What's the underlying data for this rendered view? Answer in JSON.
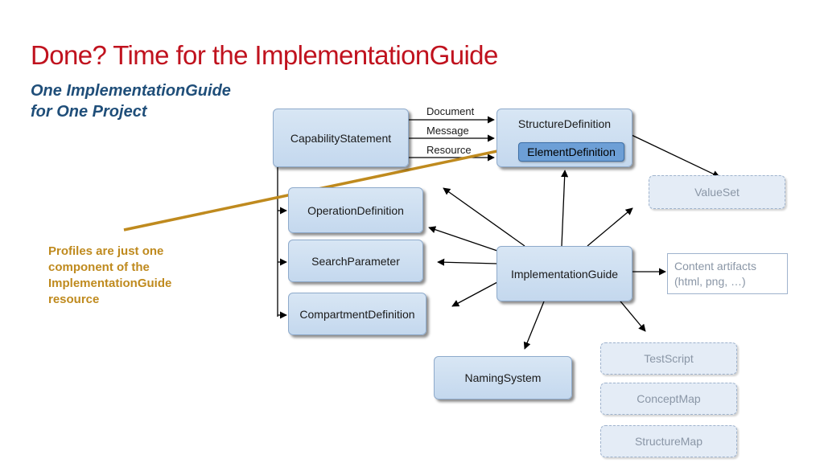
{
  "title": "Done? Time for the ImplementationGuide",
  "subtitle": {
    "line1": "One ImplementationGuide",
    "line2": "for One Project"
  },
  "callout": "Profiles are just one component of the ImplementationGuide resource",
  "nodes": {
    "capability_statement": "CapabilityStatement",
    "structure_definition": "StructureDefinition",
    "element_definition": "ElementDefinition",
    "value_set": "ValueSet",
    "operation_definition": "OperationDefinition",
    "search_parameter": "SearchParameter",
    "compartment_definition": "CompartmentDefinition",
    "implementation_guide": "ImplementationGuide",
    "content_artifacts_line1": "Content artifacts",
    "content_artifacts_line2": "(html, png, …)",
    "naming_system": "NamingSystem",
    "test_script": "TestScript",
    "concept_map": "ConceptMap",
    "structure_map": "StructureMap"
  },
  "edge_labels": {
    "document": "Document",
    "message": "Message",
    "resource": "Resource"
  },
  "colors": {
    "title": "#c0121e",
    "subtitle": "#1f4e79",
    "callout": "#bf8a1e",
    "box_fill": "#d8e6f4",
    "inner_fill": "#6d9fd6"
  }
}
